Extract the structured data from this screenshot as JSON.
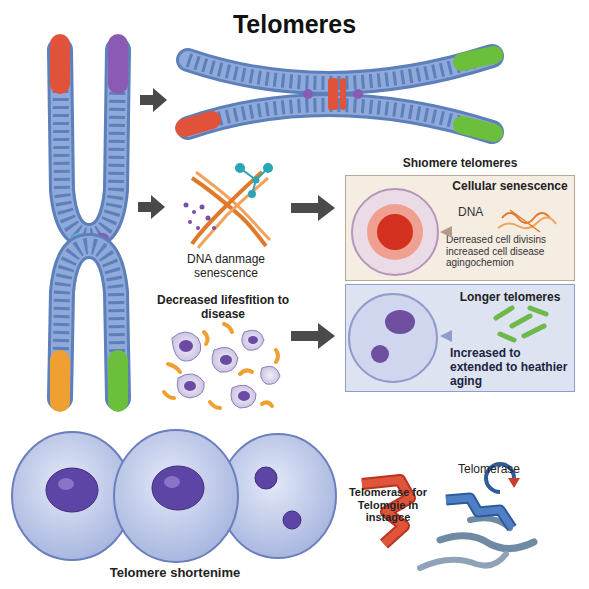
{
  "diagram": {
    "title": "Telomeres",
    "nodes": [
      {
        "text": [
          "Shıomere telomeres"
        ]
      },
      {
        "text": [
          "Cellular senescence",
          "DNA",
          "Derreased cell divisins increased cell disease agingochemion"
        ],
        "in": 0
      },
      {
        "text": [
          "Longer telomeres",
          "Increased to extended to heathier aging"
        ],
        "in": 0
      }
    ],
    "labels": [
      "DNA danmage senescence",
      "Decreased lifesfition to disease",
      "Telomerase",
      "Telomerase for Telomgie in instagce",
      "Telomere shortenime"
    ]
  }
}
